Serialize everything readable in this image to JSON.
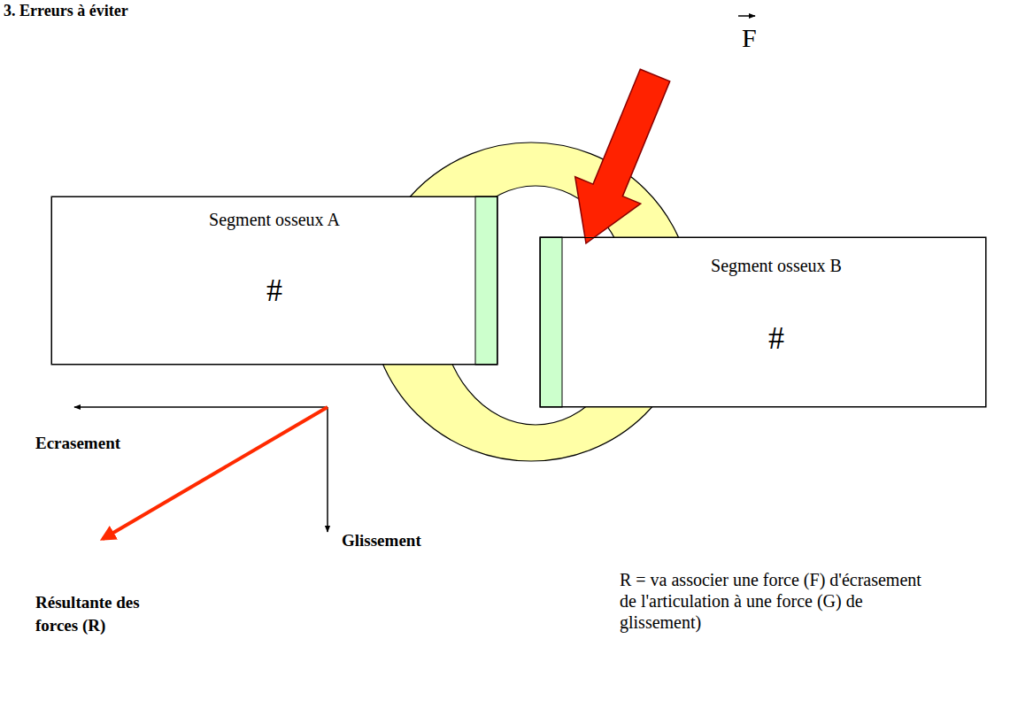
{
  "diagram": {
    "title": "3. Erreurs à éviter",
    "nodes": [
      {
        "text": [
          "Segment osseux A",
          "#"
        ]
      },
      {
        "text": [
          "Segment osseux B",
          "#"
        ]
      }
    ],
    "labels": [
      "F",
      "Ecrasement",
      "Glissement",
      "Résultante des forces (R)",
      "R = va associer une force (F) d'écrasement de l'articulation à une force (G) de glissement)"
    ]
  }
}
